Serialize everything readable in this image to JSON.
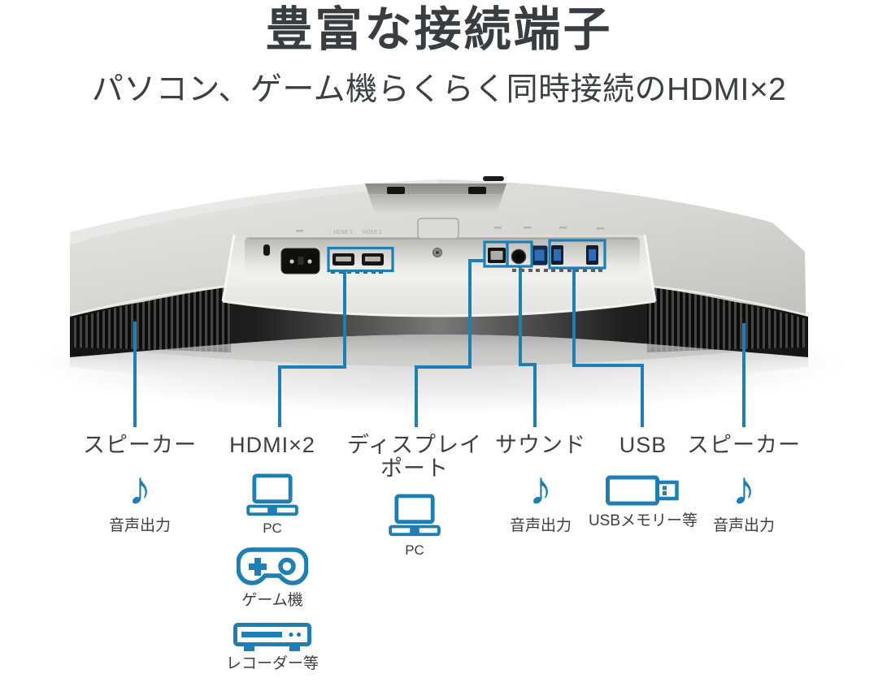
{
  "header": {
    "title": "豊富な接続端子",
    "subtitle": "パソコン、ゲーム機らくらく同時接続のHDMI×2"
  },
  "colors": {
    "accent_blue": "#1e7fb4",
    "text_dark": "#3b4043",
    "monitor_silver": "#d8d6d2",
    "grille_black": "#181816"
  },
  "icons": {
    "music_note": "♪"
  },
  "monitor": {
    "port_labels": {
      "hdmi1": "HDMI 1",
      "hdmi2": "HDMI 2"
    }
  },
  "callouts": [
    {
      "id": "speaker-left",
      "label": "スピーカー",
      "items": [
        {
          "icon": "music-note-icon",
          "caption": "音声出力"
        }
      ]
    },
    {
      "id": "hdmi",
      "label": "HDMI×2",
      "items": [
        {
          "icon": "laptop-icon",
          "caption": "PC"
        },
        {
          "icon": "gamepad-icon",
          "caption": "ゲーム機"
        },
        {
          "icon": "recorder-icon",
          "caption": "レコーダー等"
        }
      ]
    },
    {
      "id": "displayport",
      "label": "ディスプレイ",
      "label2": "ポート",
      "items": [
        {
          "icon": "laptop-icon",
          "caption": "PC"
        }
      ]
    },
    {
      "id": "sound",
      "label": "サウンド",
      "items": [
        {
          "icon": "music-note-icon",
          "caption": "音声出力"
        }
      ]
    },
    {
      "id": "usb",
      "label": "USB",
      "items": [
        {
          "icon": "usb-memory-icon",
          "caption": "USBメモリー等"
        }
      ]
    },
    {
      "id": "speaker-right",
      "label": "スピーカー",
      "items": [
        {
          "icon": "music-note-icon",
          "caption": "音声出力"
        }
      ]
    }
  ]
}
